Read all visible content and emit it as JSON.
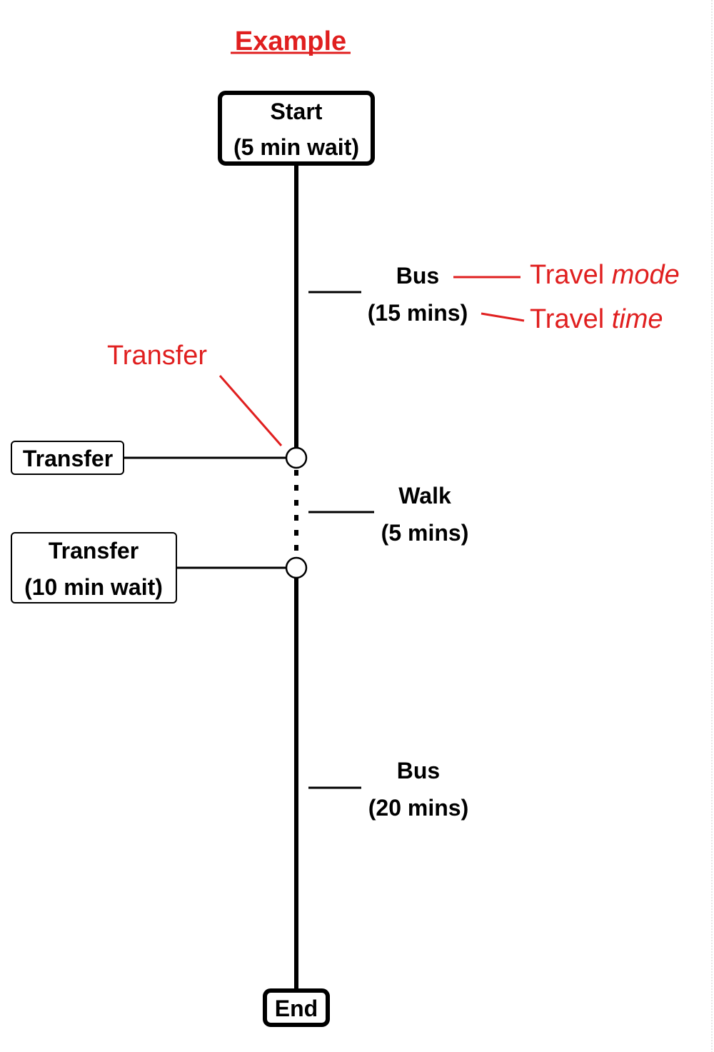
{
  "title": "Example",
  "start": {
    "line1": "Start",
    "line2": "(5 min wait)"
  },
  "end": {
    "label": "End"
  },
  "segments": [
    {
      "mode": "Bus",
      "time": "(15 mins)",
      "style": "solid"
    },
    {
      "mode": "Walk",
      "time": "(5 mins)",
      "style": "dotted"
    },
    {
      "mode": "Bus",
      "time": "(20 mins)",
      "style": "solid"
    }
  ],
  "transfers": [
    {
      "line1": "Transfer",
      "line2": ""
    },
    {
      "line1": "Transfer",
      "line2": "(10 min wait)"
    }
  ],
  "annotations": {
    "transfer": "Transfer",
    "travel_mode_prefix": "Travel ",
    "travel_mode_emphasis": "mode",
    "travel_time_prefix": "Travel ",
    "travel_time_emphasis": "time"
  },
  "colors": {
    "annotation": "#e01f1f",
    "line": "#000000"
  }
}
